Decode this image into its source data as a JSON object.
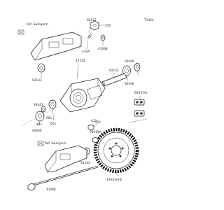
{
  "diagram": {
    "page_code": "T1434",
    "ref_notes": {
      "top": "Ref. Swingarm",
      "bottom": "Ref. Swingarm"
    },
    "parts": [
      {
        "id": "p92033",
        "label": "92033"
      },
      {
        "id": "p550",
        "label": "550"
      },
      {
        "id": "p41048",
        "label": "41048"
      },
      {
        "id": "p410A",
        "label": "410A"
      },
      {
        "id": "p92143",
        "label": "92143"
      },
      {
        "id": "p41154",
        "label": "41154"
      },
      {
        "id": "p92046a",
        "label": "92046"
      },
      {
        "id": "p92153",
        "label": "92153"
      },
      {
        "id": "p92046b",
        "label": "92046"
      },
      {
        "id": "p92057A",
        "label": "92057/A"
      },
      {
        "id": "p92043",
        "label": "92043"
      },
      {
        "id": "p601",
        "label": "601"
      },
      {
        "id": "p411",
        "label": "411"
      },
      {
        "id": "p481",
        "label": "481"
      },
      {
        "id": "p601b",
        "label": "601"
      },
      {
        "id": "p92046c",
        "label": "92046"
      },
      {
        "id": "p410",
        "label": "410"
      },
      {
        "id": "p92015A",
        "label": "92015A"
      },
      {
        "id": "p92143b",
        "label": "92143"
      },
      {
        "id": "p42041",
        "label": "42041/A-E"
      },
      {
        "id": "p41068",
        "label": "41068"
      }
    ]
  },
  "colors": {
    "line": "#1a1a1a",
    "part_fill": "#ffffff",
    "shade": "#8a8a8a",
    "dark": "#3a3a3a"
  }
}
